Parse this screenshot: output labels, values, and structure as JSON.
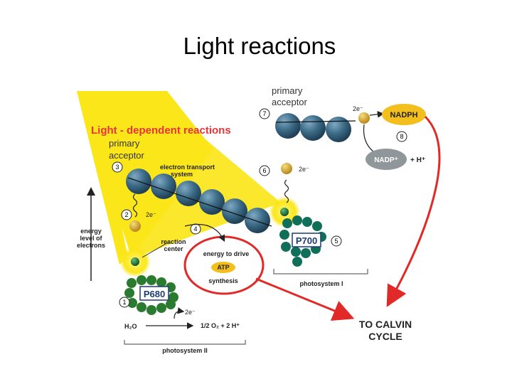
{
  "title": "Light reactions",
  "diagram": {
    "heading": "Light - dependent reactions",
    "energy_axis_label": [
      "energy",
      "level of",
      "electrons"
    ],
    "primary_acceptor_ps2": [
      "primary",
      "acceptor"
    ],
    "primary_acceptor_ps1": [
      "primary",
      "acceptor"
    ],
    "etc_label": [
      "electron transport",
      "system"
    ],
    "reaction_center": [
      "reaction",
      "center"
    ],
    "atp_box": {
      "line1": "energy to drive",
      "badge": "ATP",
      "line3": "synthesis"
    },
    "p680": "P680",
    "p700": "P700",
    "two_e": "2e⁻",
    "water": "H₂O",
    "water_products": "1/2 O₂ + 2 H⁺",
    "ps2": "photosystem II",
    "ps1": "photosystem I",
    "nadph": "NADPH",
    "nadp_plus": "NADP⁺",
    "h_plus": "+ H⁺",
    "calvin": [
      "TO CALVIN",
      "CYCLE"
    ],
    "steps": [
      "1",
      "2",
      "3",
      "4",
      "5",
      "6",
      "7",
      "8"
    ],
    "colors": {
      "light": "#fbe61a",
      "heading": "#e8343a",
      "sphere": "#3b6a86",
      "electron": "#d9a825",
      "pigment": "#1e6b3a",
      "p680_cluster": "#2a7a2f",
      "p700_cluster": "#0f6f58",
      "nadph_fill": "#f2bf1c",
      "nadp_fill": "#8f979a",
      "red_arrow": "#e12a27"
    }
  }
}
